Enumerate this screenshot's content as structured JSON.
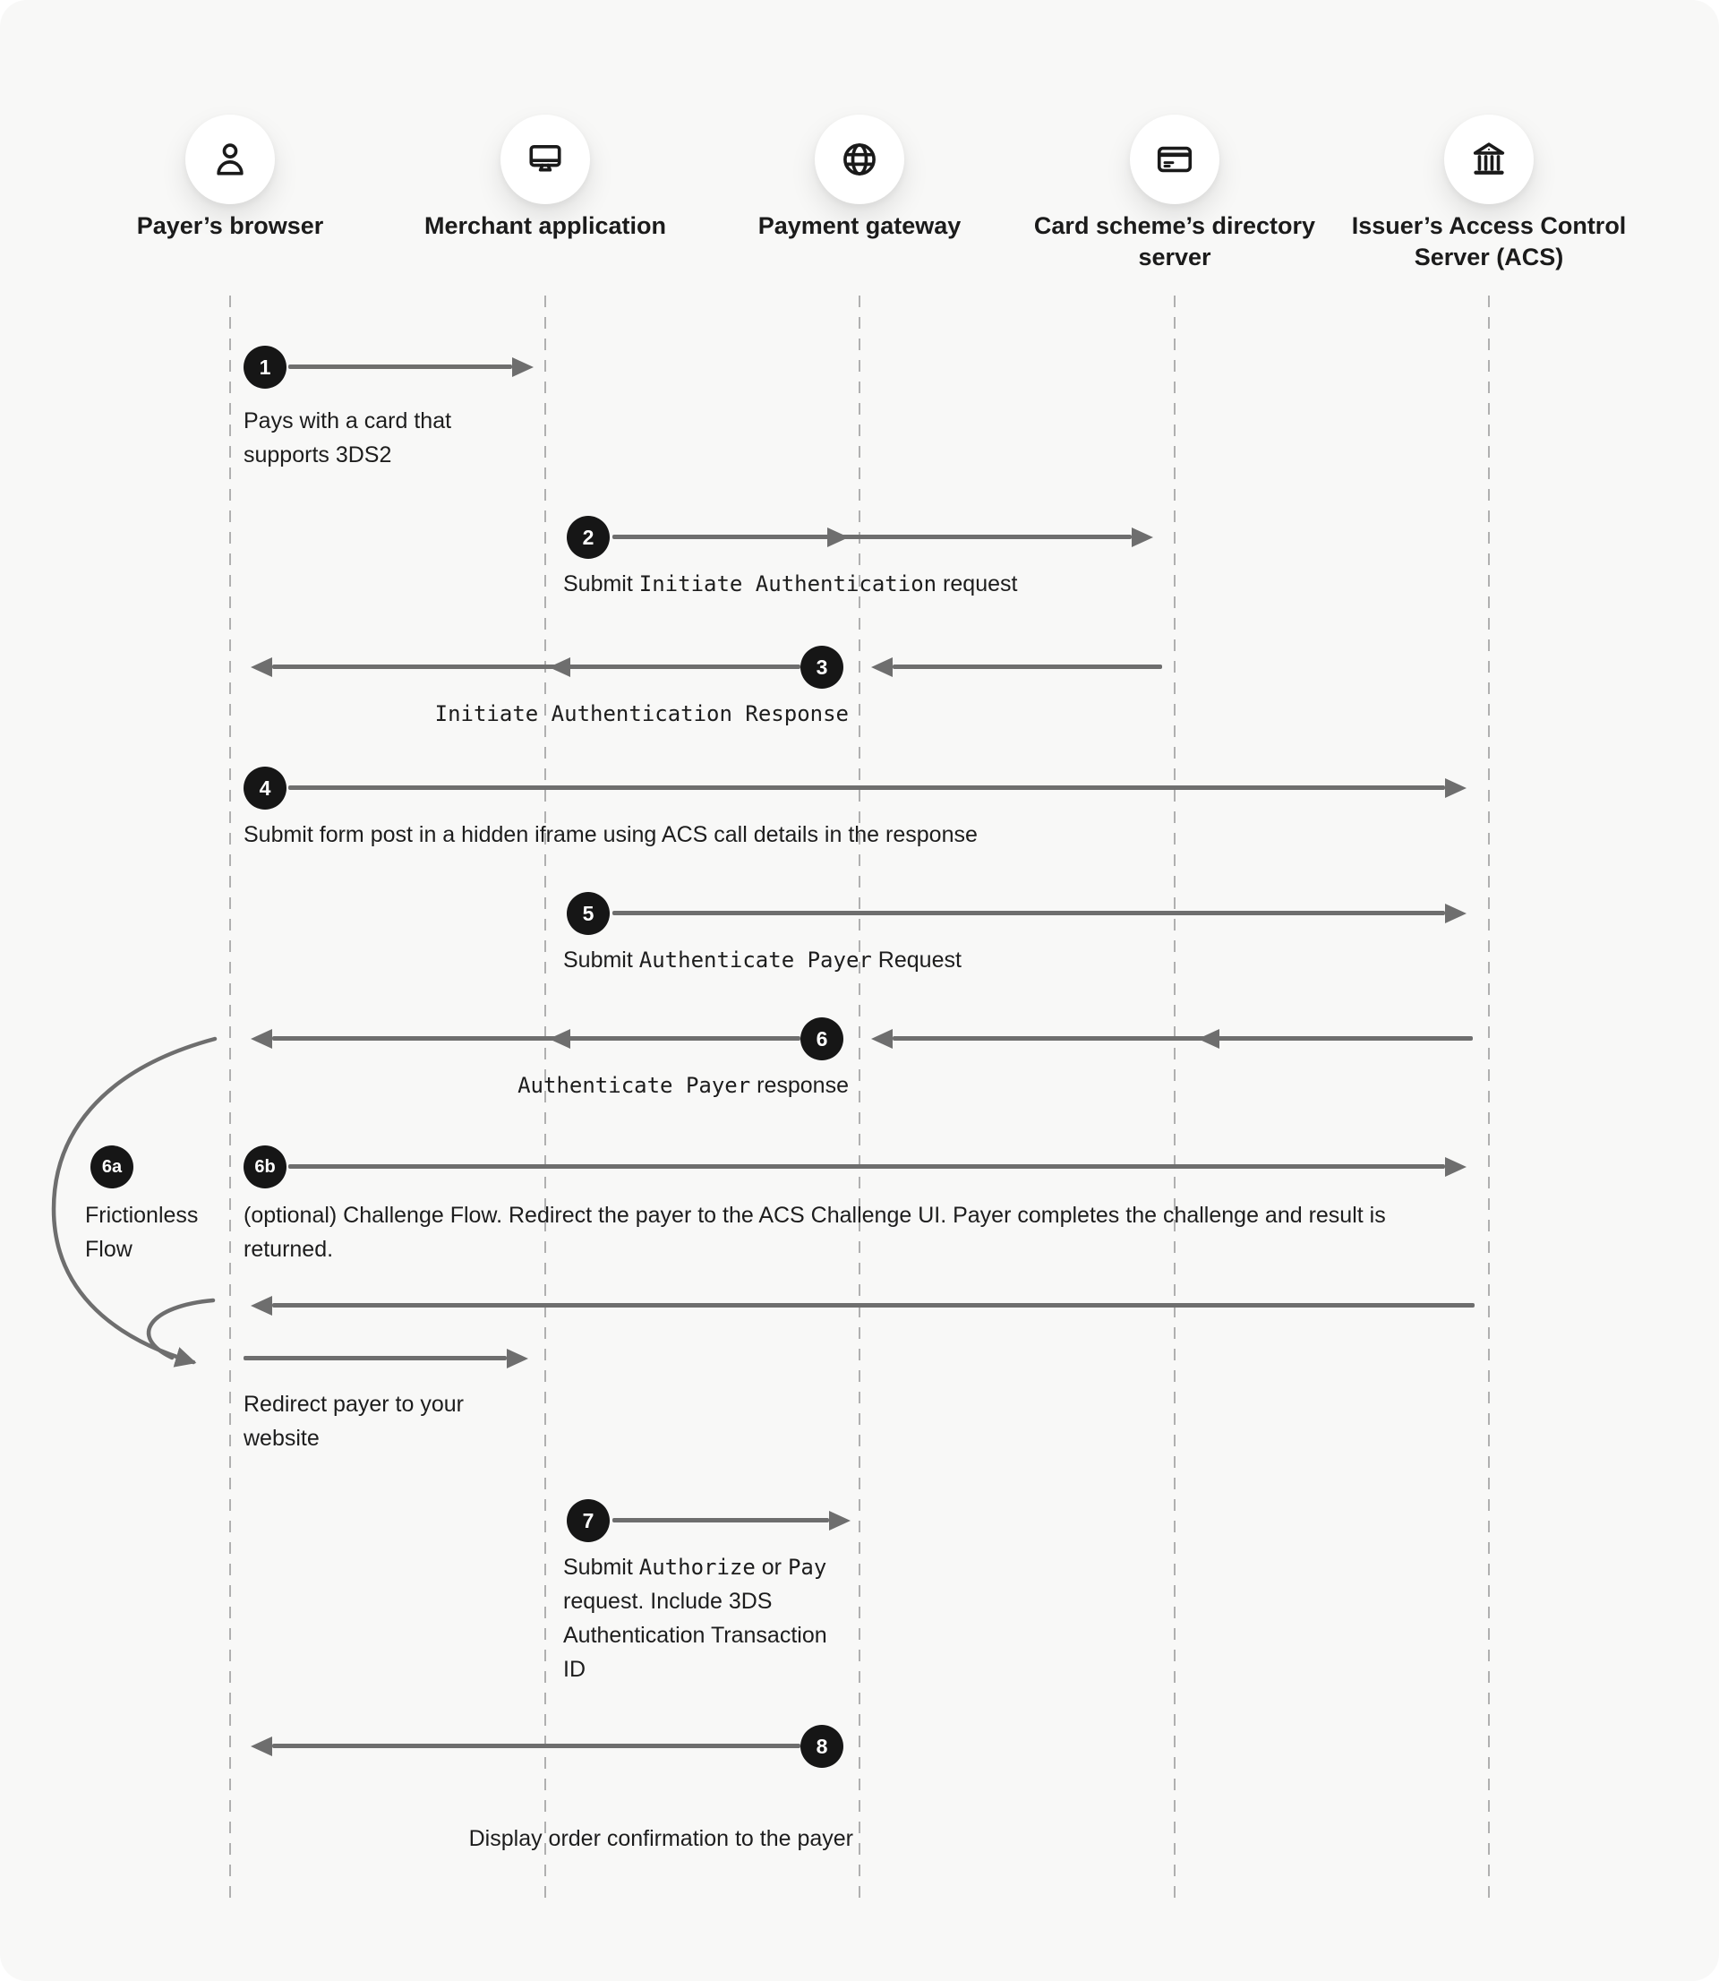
{
  "meta": {
    "background_color": "#f8f8f7",
    "bubble_color": "#161616",
    "arrow_color": "#6e6e6e",
    "lifeline_color": "#b0b0b0",
    "text_color": "#1d1d1d"
  },
  "participants": [
    {
      "name": "Payer’s browser",
      "icon": "user-icon"
    },
    {
      "name": "Merchant application",
      "icon": "monitor-icon"
    },
    {
      "name": "Payment gateway",
      "icon": "globe-icon"
    },
    {
      "name": "Card scheme’s directory server",
      "icon": "credit-card-icon"
    },
    {
      "name": "Issuer’s Access Control Server (ACS)",
      "icon": "bank-icon"
    }
  ],
  "steps": {
    "s1": {
      "num": "1",
      "lines": [
        "Pays with a card that",
        "supports 3DS2"
      ]
    },
    "s2": {
      "num": "2",
      "pre": "Submit ",
      "code": "Initiate Authentication",
      "post": " request"
    },
    "s3": {
      "num": "3",
      "code": "Initiate Authentication Response"
    },
    "s4": {
      "num": "4",
      "text": "Submit form post in a hidden iframe using ACS call details in the response"
    },
    "s5": {
      "num": "5",
      "pre": "Submit ",
      "code": "Authenticate Payer",
      "post": " Request"
    },
    "s6": {
      "num": "6",
      "code": "Authenticate Payer",
      "post": " response"
    },
    "s6a": {
      "num": "6a",
      "lines": [
        "Frictionless",
        "Flow"
      ]
    },
    "s6b": {
      "num": "6b",
      "text": "(optional) Challenge Flow. Redirect the payer to the ACS Challenge UI. Payer completes the challenge and result is returned."
    },
    "redirect": {
      "lines": [
        "Redirect payer to your",
        "website"
      ]
    },
    "s7": {
      "num": "7",
      "l1_pre": "Submit ",
      "l1_code1": "Authorize",
      "l1_mid": " or ",
      "l1_code2": "Pay",
      "l2": "request. Include 3DS",
      "l3": "Authentication Transaction",
      "l4": "ID"
    },
    "s8": {
      "num": "8",
      "text": "Display order confirmation to the payer"
    }
  }
}
